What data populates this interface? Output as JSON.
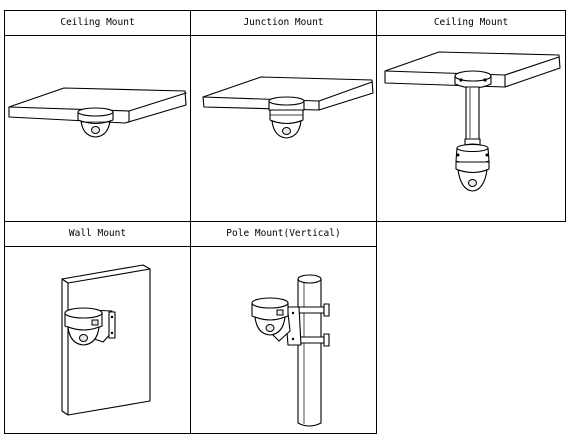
{
  "mounts": [
    {
      "label": "Ceiling Mount"
    },
    {
      "label": "Junction Mount"
    },
    {
      "label": "Ceiling Mount"
    },
    {
      "label": "Wall Mount"
    },
    {
      "label": "Pole Mount(Vertical)"
    }
  ]
}
